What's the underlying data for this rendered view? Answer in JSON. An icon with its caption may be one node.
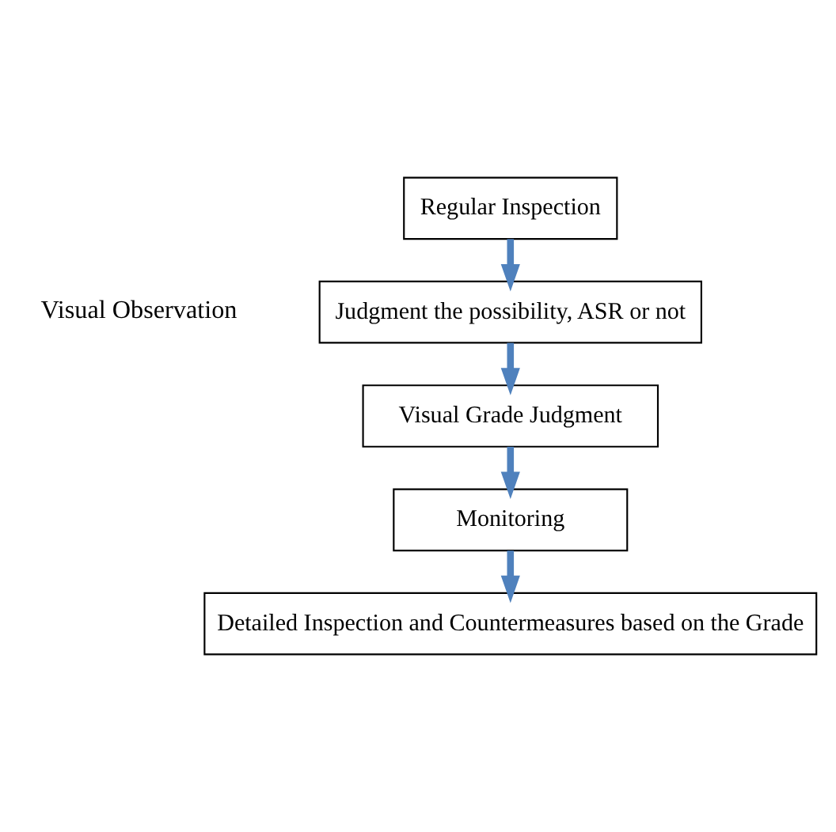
{
  "diagram": {
    "nodes": [
      {
        "text": [
          "Regular Inspection"
        ]
      },
      {
        "text": [
          "Judgment the possibility, ASR or not"
        ]
      },
      {
        "text": [
          "Visual Grade Judgment"
        ]
      },
      {
        "text": [
          "Monitoring"
        ]
      },
      {
        "text": [
          "Detailed Inspection and Countermeasures based on the Grade"
        ]
      }
    ],
    "edges": [
      {
        "from": 0,
        "to": 1,
        "arrow": "to"
      },
      {
        "from": 1,
        "to": 2,
        "arrow": "to"
      },
      {
        "from": 2,
        "to": 3,
        "arrow": "to"
      },
      {
        "from": 3,
        "to": 4,
        "arrow": "to"
      }
    ],
    "labels": [
      "Visual Observation"
    ]
  }
}
